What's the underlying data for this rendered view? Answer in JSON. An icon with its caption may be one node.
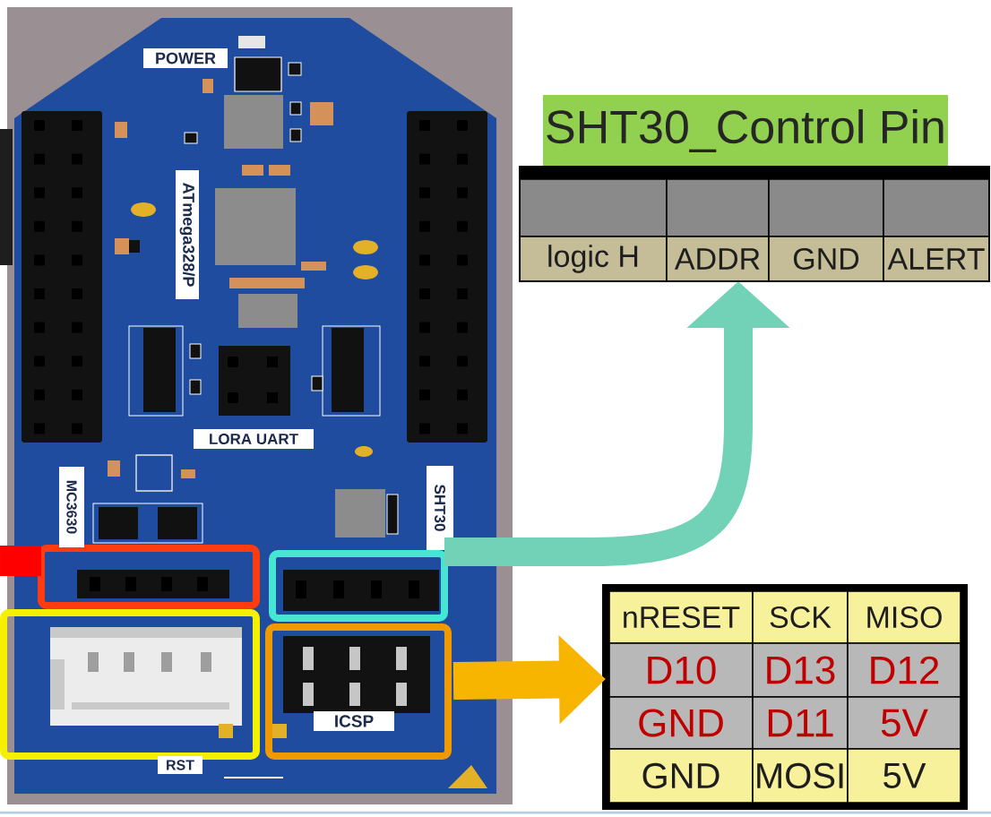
{
  "diagram": {
    "nodes": [
      {
        "text": [
          "SHT30_Control Pin",
          "logic H",
          "ADDR",
          "GND",
          "ALERT"
        ]
      },
      {
        "text": [],
        "shape": "box"
      },
      {
        "text": [],
        "shape": "box"
      },
      {
        "text": [],
        "shape": "box"
      },
      {
        "text": [],
        "shape": "box"
      },
      {
        "text": [
          "nRESET",
          "SCK",
          "MISO",
          "D10",
          "D13",
          "D12",
          "GND",
          "D11",
          "5V",
          "GND",
          "MOSI",
          "5V"
        ]
      }
    ],
    "edges": [
      {
        "from": 2,
        "to": 0,
        "arrow": "to",
        "color": "#72d2b8"
      },
      {
        "from": 4,
        "to": 5,
        "arrow": "to",
        "color": "#f7b500"
      },
      {
        "from": 1,
        "to": null,
        "arrow": "none",
        "color": "#ff0000"
      }
    ],
    "labels": [
      "POWER",
      "ATmega328/P",
      "LORA UART",
      "MC3630",
      "SHT30",
      "ICSP",
      "RST"
    ]
  }
}
